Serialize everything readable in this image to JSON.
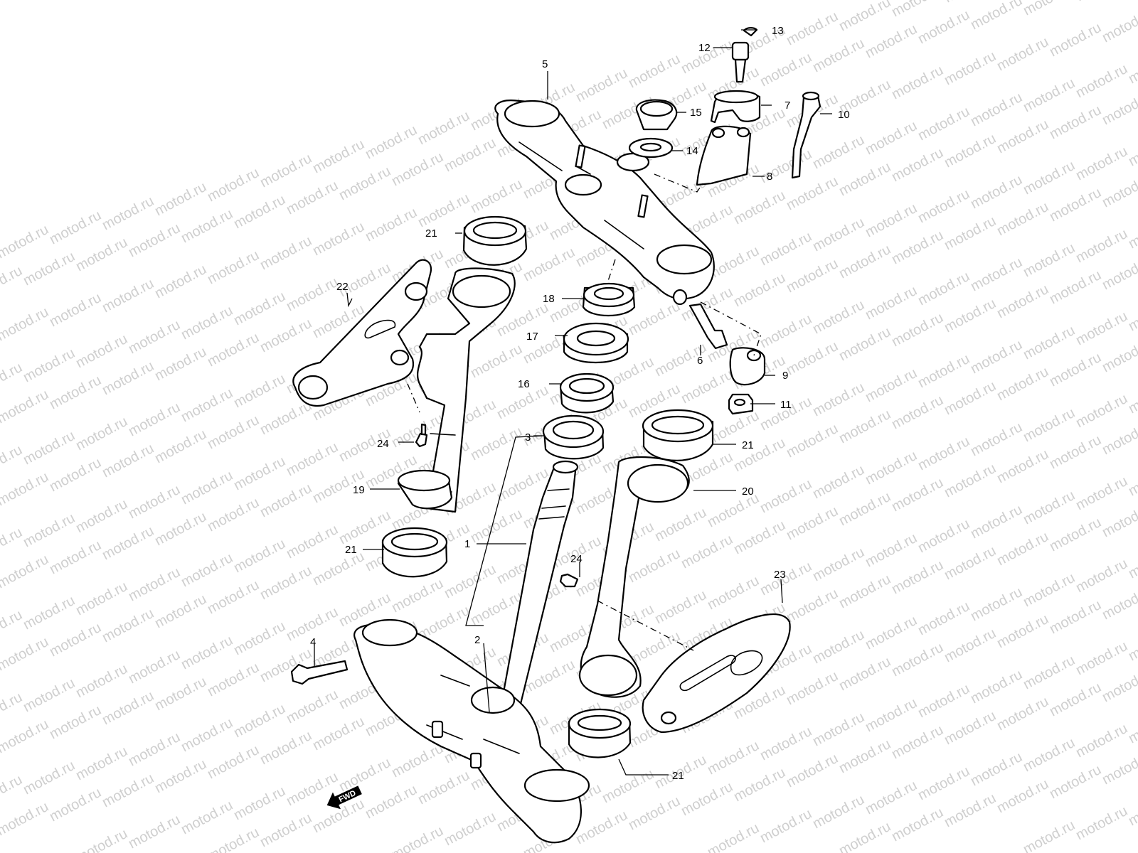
{
  "watermark": "motod.ru",
  "fwd_label": "FWD",
  "callouts": [
    {
      "id": "c1",
      "label": "1"
    },
    {
      "id": "c2",
      "label": "2"
    },
    {
      "id": "c3",
      "label": "3"
    },
    {
      "id": "c4",
      "label": "4"
    },
    {
      "id": "c5",
      "label": "5"
    },
    {
      "id": "c6",
      "label": "6"
    },
    {
      "id": "c7",
      "label": "7"
    },
    {
      "id": "c8",
      "label": "8"
    },
    {
      "id": "c9",
      "label": "9"
    },
    {
      "id": "c10",
      "label": "10"
    },
    {
      "id": "c11",
      "label": "11"
    },
    {
      "id": "c12",
      "label": "12"
    },
    {
      "id": "c13",
      "label": "13"
    },
    {
      "id": "c14",
      "label": "14"
    },
    {
      "id": "c15",
      "label": "15"
    },
    {
      "id": "c16",
      "label": "16"
    },
    {
      "id": "c17",
      "label": "17"
    },
    {
      "id": "c18",
      "label": "18"
    },
    {
      "id": "c19",
      "label": "19"
    },
    {
      "id": "c20",
      "label": "20"
    },
    {
      "id": "c21a",
      "label": "21"
    },
    {
      "id": "c21b",
      "label": "21"
    },
    {
      "id": "c21c",
      "label": "21"
    },
    {
      "id": "c21d",
      "label": "21"
    },
    {
      "id": "c22",
      "label": "22"
    },
    {
      "id": "c23",
      "label": "23"
    },
    {
      "id": "c24a",
      "label": "24"
    },
    {
      "id": "c24b",
      "label": "24"
    }
  ]
}
